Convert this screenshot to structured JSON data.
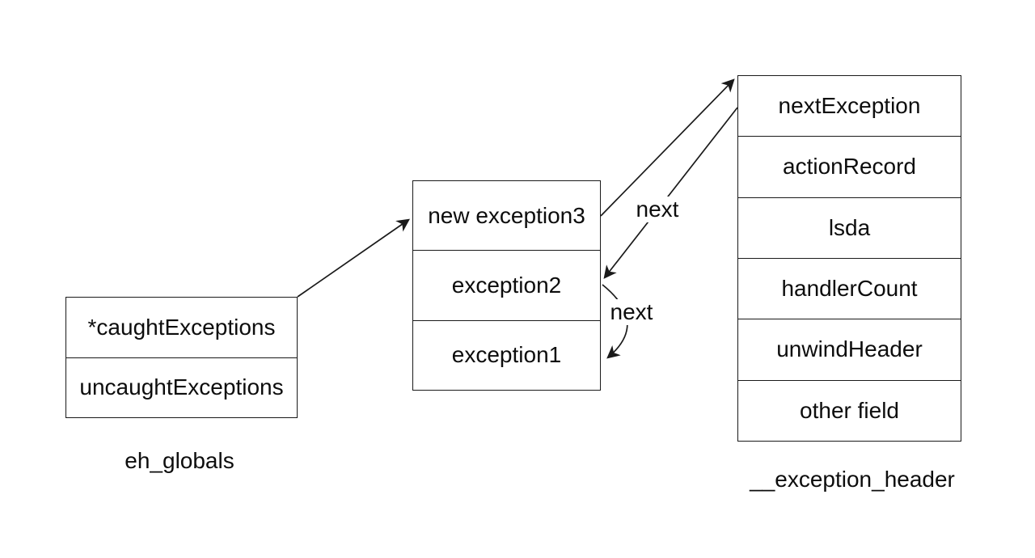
{
  "theme": {
    "bg": "#ffffff",
    "line": "#1a1a1a",
    "text": "#0d0d0d"
  },
  "eh_globals": {
    "caption": "eh_globals",
    "rows": [
      "*caughtExceptions",
      "uncaughtExceptions"
    ]
  },
  "exception_stack": {
    "rows": [
      "new exception3",
      "exception2",
      "exception1"
    ]
  },
  "exception_header": {
    "caption": "__exception_header",
    "rows": [
      "nextException",
      "actionRecord",
      "lsda",
      "handlerCount",
      "unwindHeader",
      "other field"
    ]
  },
  "edges": {
    "caught_to_exception3": {
      "label": ""
    },
    "exception3_to_header": {
      "label": ""
    },
    "header_next_to_exception2": {
      "label": "next"
    },
    "exception2_next_to_exception1": {
      "label": "next"
    }
  }
}
